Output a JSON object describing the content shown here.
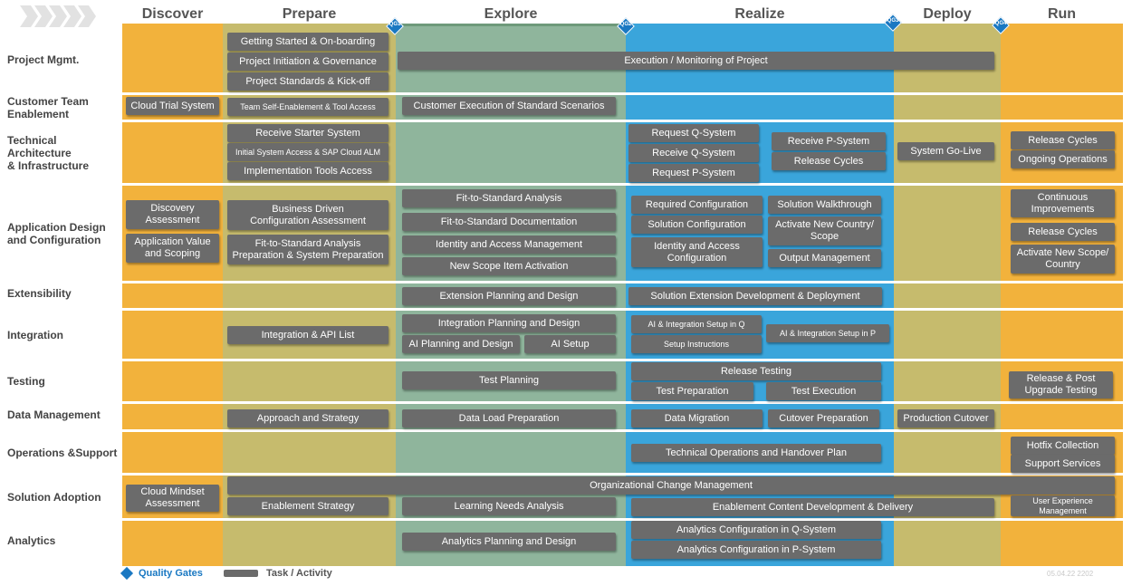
{
  "colors": {
    "discover": "#f2b23c",
    "prepare": "#c6bb6d",
    "explore": "#8fb59c",
    "realize": "#3aa5db",
    "deploy": "#c6bb6d",
    "run": "#f2b23c",
    "task": "#6b6b6b",
    "gate": "#1a78c2"
  },
  "phases": {
    "discover": "Discover",
    "prepare": "Prepare",
    "explore": "Explore",
    "realize": "Realize",
    "deploy": "Deploy",
    "run": "Run"
  },
  "gates": {
    "qg1": "QG1",
    "qg2": "QG2",
    "qg3": "QG3",
    "qg4": "QG4"
  },
  "rows": {
    "project_mgmt": "Project Mgmt.",
    "customer_team": "Customer Team\nEnablement",
    "tech_arch": "Technical\nArchitecture\n& Infrastructure",
    "app_design": "Application Design\nand Configuration",
    "extensibility": "Extensibility",
    "integration": "Integration",
    "testing": "Testing",
    "data_mgmt": "Data Management",
    "ops_support": "Operations &Support",
    "solution_adoption": "Solution Adoption",
    "analytics": "Analytics"
  },
  "tasks": {
    "t_getting_started": "Getting Started & On-boarding",
    "t_project_initiation": "Project Initiation & Governance",
    "t_project_standards": "Project Standards & Kick-off",
    "t_execution_monitoring": "Execution / Monitoring of Project",
    "t_cloud_trial": "Cloud Trial System",
    "t_team_self_enablement": "Team Self-Enablement & Tool Access",
    "t_customer_execution": "Customer Execution of Standard Scenarios",
    "t_receive_starter": "Receive Starter System",
    "t_initial_access": "Initial System Access & SAP Cloud ALM",
    "t_impl_tools": "Implementation Tools Access",
    "t_request_q": "Request Q-System",
    "t_receive_q": "Receive Q-System",
    "t_request_p": "Request P-System",
    "t_receive_p": "Receive P-System",
    "t_release_cycles_realize": "Release Cycles",
    "t_system_golive": "System Go-Live",
    "t_release_cycles_run1": "Release Cycles",
    "t_ongoing_ops": "Ongoing Operations",
    "t_discovery_assessment": "Discovery\nAssessment",
    "t_app_value_scoping": "Application Value\nand Scoping",
    "t_business_driven": "Business Driven\nConfiguration Assessment",
    "t_fts_preparation": "Fit-to-Standard Analysis\nPreparation & System Preparation",
    "t_fts_analysis": "Fit-to-Standard Analysis",
    "t_fts_documentation": "Fit-to-Standard Documentation",
    "t_iam_explore": "Identity and Access Management",
    "t_new_scope_item": "New Scope Item Activation",
    "t_required_config": "Required Configuration",
    "t_solution_config": "Solution Configuration",
    "t_iac_realize": "Identity and Access\nConfiguration",
    "t_solution_walkthrough": "Solution Walkthrough",
    "t_activate_country": "Activate New Country/\nScope",
    "t_output_mgmt": "Output Management",
    "t_continuous_improvements": "Continuous\nImprovements",
    "t_release_cycles_run2": "Release Cycles",
    "t_activate_scope_run": "Activate New Scope/\nCountry",
    "t_extension_planning": "Extension Planning and Design",
    "t_solution_extension": "Solution Extension Development & Deployment",
    "t_integration_api": "Integration & API List",
    "t_integration_planning": "Integration Planning and Design",
    "t_ai_planning": "AI Planning and Design",
    "t_ai_setup": "AI Setup",
    "t_ai_int_setup_q": "AI & Integration Setup in Q",
    "t_setup_instructions": "Setup Instructions",
    "t_ai_int_setup_p": "AI & Integration Setup in P",
    "t_test_planning": "Test Planning",
    "t_release_testing": "Release Testing",
    "t_test_preparation": "Test Preparation",
    "t_test_execution": "Test Execution",
    "t_release_post_upgrade": "Release & Post\nUpgrade Testing",
    "t_approach_strategy": "Approach and Strategy",
    "t_data_load_prep": "Data Load Preparation",
    "t_data_migration": "Data Migration",
    "t_cutover_prep": "Cutover Preparation",
    "t_production_cutover": "Production Cutover",
    "t_tech_ops_handover": "Technical Operations and Handover Plan",
    "t_hotfix": "Hotfix Collection",
    "t_support_services": "Support Services",
    "t_cloud_mindset": "Cloud Mindset\nAssessment",
    "t_ocm": "Organizational Change Management",
    "t_enablement_strategy": "Enablement Strategy",
    "t_learning_needs": "Learning Needs Analysis",
    "t_enablement_content": "Enablement Content Development & Delivery",
    "t_ux_mgmt": "User Experience\nManagement",
    "t_analytics_planning": "Analytics Planning and Design",
    "t_analytics_q": "Analytics Configuration in Q-System",
    "t_analytics_p": "Analytics Configuration in P-System"
  },
  "legend": {
    "quality_gates": "Quality Gates",
    "task_activity": "Task / Activity",
    "version": "05.04.22 2202"
  }
}
